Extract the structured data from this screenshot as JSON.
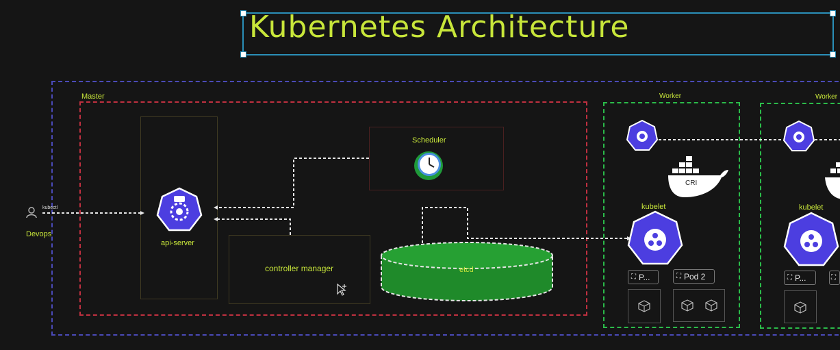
{
  "title": "Kubernetes Architecture",
  "labels": {
    "master": "Master",
    "worker_1": "Worker",
    "worker_2": "Worker",
    "user": "Devops",
    "user_tag": "kubectl",
    "api_server": "api-server",
    "scheduler": "Scheduler",
    "controller_manager": "controller manager",
    "etcd": "etcd",
    "kubelet_1": "kubelet",
    "kubelet_2": "kubelet",
    "cri": "CRI",
    "pod_1a": "P...",
    "pod_1b": "Pod 2",
    "pod_2a": "P..."
  },
  "colors": {
    "accent": "#c8e63a",
    "k8s_blue": "#4c3ee0",
    "master_border": "#c03040",
    "worker_border": "#2bbb4a",
    "cluster_border": "#4a4ab8",
    "etcd_green": "#1f8a2a"
  }
}
